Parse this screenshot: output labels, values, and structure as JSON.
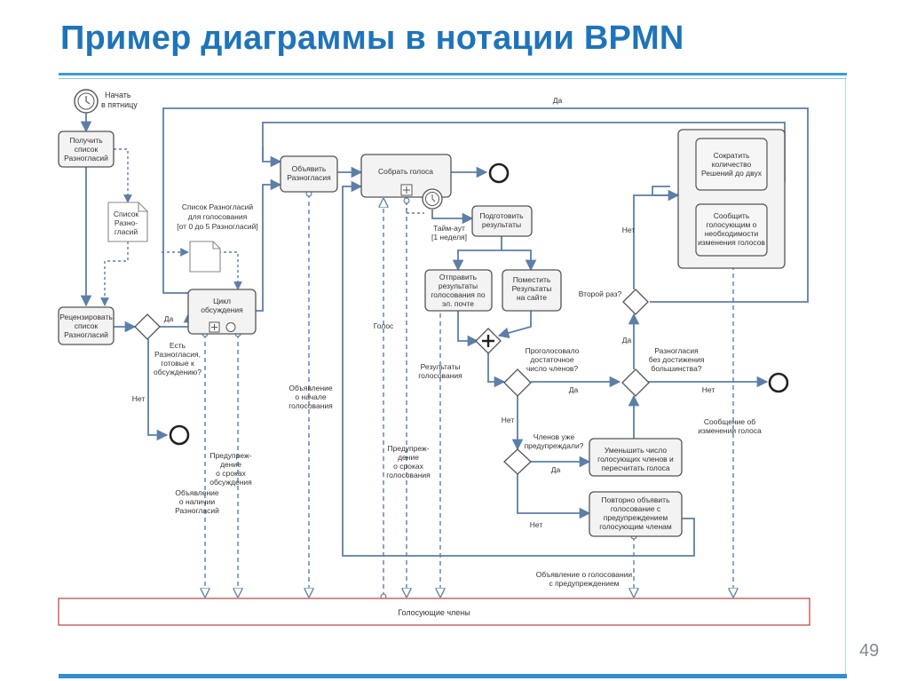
{
  "slide": {
    "title": "Пример диаграммы в нотации BPMN",
    "page_number": "49"
  },
  "diagram": {
    "start_event": [
      "Начать",
      "в пятницу"
    ],
    "tasks": {
      "get_list": [
        "Получить",
        "список",
        "Разногласий"
      ],
      "review_list": [
        "Рецензировать",
        "список",
        "Разногласий"
      ],
      "discussion_cycle": [
        "Цикл",
        "обсуждения"
      ],
      "announce": [
        "Объявить",
        "Разногласия"
      ],
      "collect_votes": [
        "Собрать голоса"
      ],
      "prepare_results": [
        "Подготовить",
        "результаты"
      ],
      "send_results": [
        "Отправить",
        "результаты",
        "голосования по",
        "эл. почте"
      ],
      "post_results": [
        "Поместить",
        "Результаты",
        "на сайте"
      ],
      "reduce_solutions": [
        "Сократить",
        "количество",
        "Решений до двух"
      ],
      "notify_change": [
        "Сообщить",
        "голосующим о",
        "необходимости",
        "изменения голосов"
      ],
      "reduce_voters": [
        "Уменьшить число",
        "голосующих членов и",
        "пересчитать голоса"
      ],
      "reannounce": [
        "Повторно объявить",
        "голосование с",
        "предупреждением",
        "голосующим членам"
      ]
    },
    "data_objects": {
      "issue_list": [
        "Список",
        "Разно-",
        "гласий"
      ],
      "issue_list_vote": [
        "Список Разногласий",
        "для голосования",
        "[от 0 до 5 Разногласий]"
      ]
    },
    "gateway_labels": {
      "has_issues": [
        "Есть",
        "Разногласия,",
        "готовые к",
        "обсуждению?"
      ],
      "enough_voted": [
        "Проголосовало",
        "достаточное",
        "число членов?"
      ],
      "already_warned": [
        "Членов уже",
        "предупреждали?"
      ],
      "second_time": [
        "Второй раз?"
      ],
      "no_majority": [
        "Разногласия",
        "без достижения",
        "большинства?"
      ]
    },
    "flow_labels": {
      "yes": "Да",
      "no": "Нет",
      "timeout": [
        "Тайм-аут",
        "[1 неделя]"
      ]
    },
    "message_labels": {
      "vote": "Голос",
      "vote_start_notice": [
        "Объявление",
        "о начале",
        "голосования"
      ],
      "voting_results": [
        "Результаты",
        "голосования"
      ],
      "discussion_deadline_warning": [
        "Предупреж-",
        "дение",
        "о сроках",
        "обсуждения"
      ],
      "issues_notice": [
        "Объявление",
        "о наличии",
        "Разногласий"
      ],
      "voting_deadline_warning": [
        "Предупреж-",
        "дение",
        "о сроках",
        "голосования"
      ],
      "vote_change_message": [
        "Сообщение об",
        "изменении голоса"
      ],
      "warning_vote_notice": [
        "Объявление о голосовании",
        "с предупреждением"
      ]
    },
    "pool": "Голосующие члены"
  },
  "colors": {
    "title": "#1f74b9",
    "flow": "#5b7fa8",
    "message_flow": "#5b7fa8",
    "pool_border": "#c44d4d",
    "task_fill": "#f3f3f3",
    "task_border": "#555555"
  }
}
